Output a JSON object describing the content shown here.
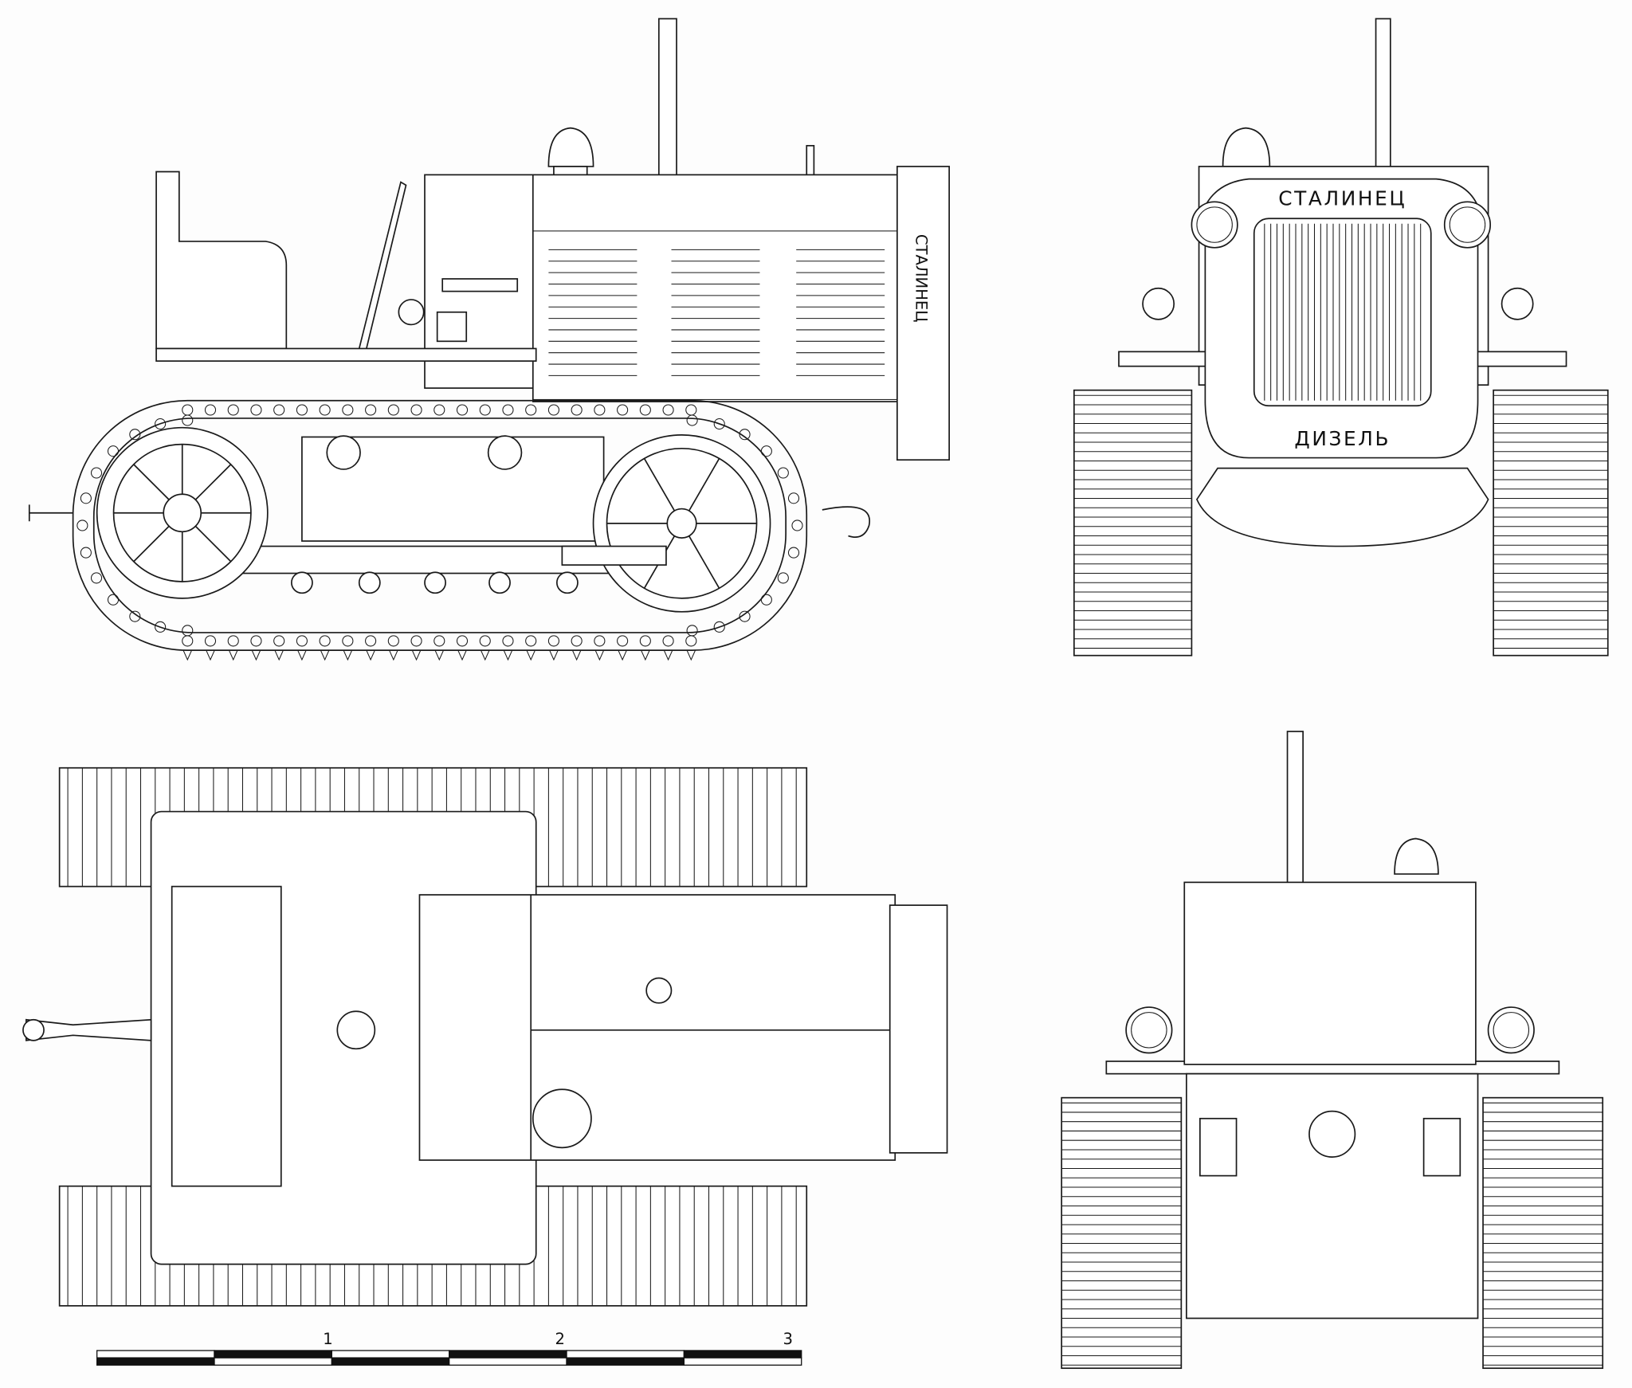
{
  "drawing": {
    "front_view": {
      "top_label": "СТАЛИНЕЦ",
      "bottom_label": "ДИЗЕЛЬ"
    },
    "side_view": {
      "radiator_label": "СТАЛИНЕЦ"
    },
    "scale_bar": {
      "labels": [
        "1",
        "2",
        "3"
      ]
    }
  }
}
